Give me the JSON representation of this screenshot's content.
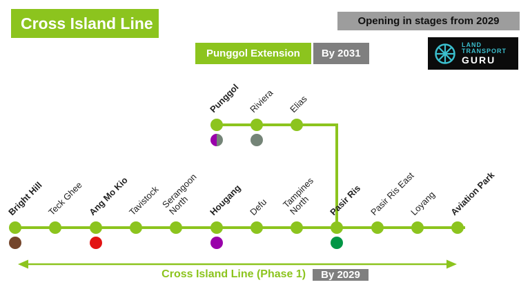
{
  "title_banner": {
    "label": "Cross Island Line"
  },
  "stages_banner": {
    "label": "Opening in stages from 2029"
  },
  "logo": {
    "line1": "LAND",
    "line2": "TRANSPORT",
    "line3": "GURU",
    "accent": "#3bbfce"
  },
  "punggol_extension": {
    "label": "Punggol Extension",
    "timeline": "By 2031"
  },
  "phase1": {
    "label": "Cross Island Line (Phase 1)",
    "timeline": "By 2029"
  },
  "colors": {
    "line_green": "#8cc41e",
    "timeline_gray": "#7f7f7f",
    "banner_gray": "#9d9d9d"
  },
  "lines": [
    {
      "id": "extension",
      "stations": [
        {
          "name": "Punggol",
          "bold": true,
          "interchange_colors": [
            "#9900aa",
            "#748477"
          ]
        },
        {
          "name": "Riviera",
          "bold": false,
          "interchange_colors": [
            "#748477"
          ]
        },
        {
          "name": "Elias",
          "bold": false,
          "interchange_colors": []
        }
      ]
    },
    {
      "id": "phase1",
      "stations": [
        {
          "name": "Bright Hill",
          "bold": true,
          "interchange_colors": [
            "#74452b"
          ]
        },
        {
          "name": "Teck Ghee",
          "bold": false,
          "interchange_colors": []
        },
        {
          "name": "Ang Mo Kio",
          "bold": true,
          "interchange_colors": [
            "#e21313"
          ]
        },
        {
          "name": "Tavistock",
          "bold": false,
          "interchange_colors": []
        },
        {
          "name": "Serangoon\nNorth",
          "bold": false,
          "interchange_colors": []
        },
        {
          "name": "Hougang",
          "bold": true,
          "interchange_colors": [
            "#9900aa"
          ]
        },
        {
          "name": "Defu",
          "bold": false,
          "interchange_colors": []
        },
        {
          "name": "Tampines\nNorth",
          "bold": false,
          "interchange_colors": []
        },
        {
          "name": "Pasir Ris",
          "bold": true,
          "interchange_colors": [
            "#009645"
          ]
        },
        {
          "name": "Pasir Ris East",
          "bold": false,
          "interchange_colors": []
        },
        {
          "name": "Loyang",
          "bold": false,
          "interchange_colors": []
        },
        {
          "name": "Aviation Park",
          "bold": true,
          "interchange_colors": []
        }
      ]
    }
  ]
}
